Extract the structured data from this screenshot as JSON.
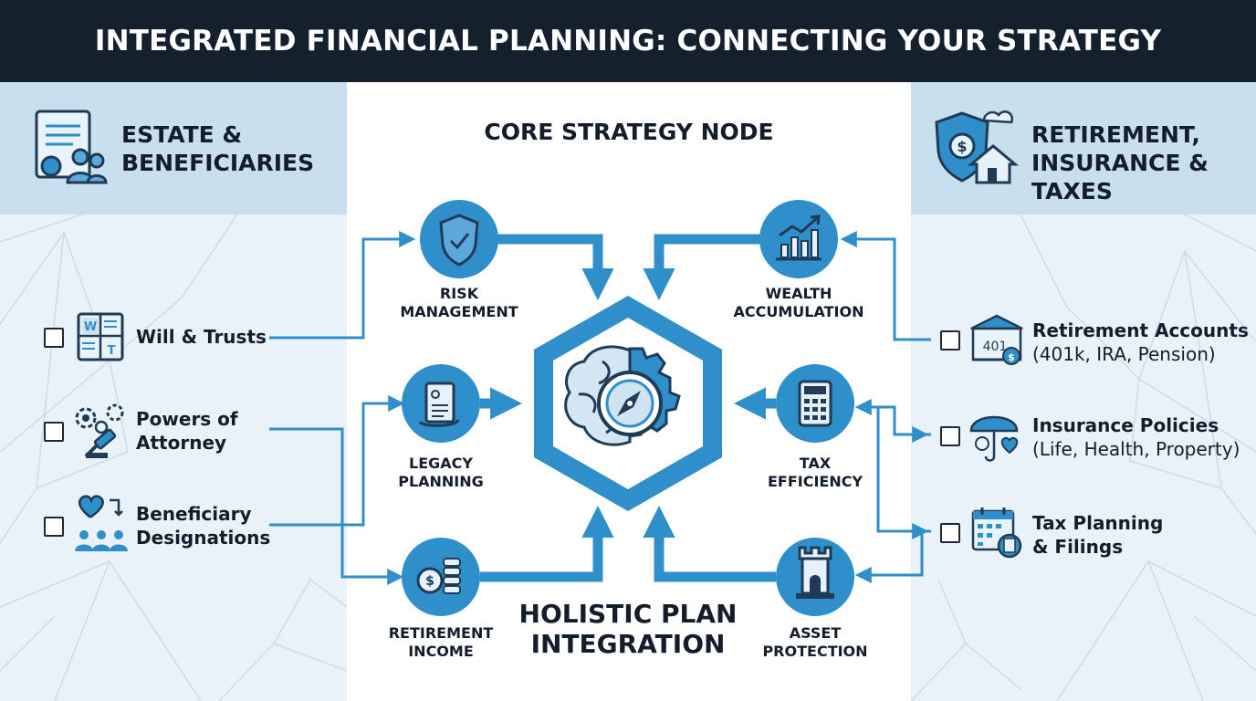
{
  "header": {
    "title": "INTEGRATED FINANCIAL PLANNING: CONNECTING YOUR STRATEGY"
  },
  "left_section": {
    "title_line1": "ESTATE &",
    "title_line2": "BENEFICIARIES",
    "items": [
      {
        "line1": "Will & Trusts",
        "line2": ""
      },
      {
        "line1": "Powers of",
        "line2": "Attorney"
      },
      {
        "line1": "Beneficiary",
        "line2": "Designations"
      }
    ]
  },
  "right_section": {
    "title_line1": "RETIREMENT,",
    "title_line2": "INSURANCE &",
    "title_line3": "TAXES",
    "items": [
      {
        "line1": "Retirement Accounts",
        "line2": "(401k, IRA, Pension)"
      },
      {
        "line1": "Insurance Policies",
        "line2": "(Life, Health, Property)"
      },
      {
        "line1": "Tax Planning",
        "line2": "& Filings"
      }
    ]
  },
  "center": {
    "title": "CORE STRATEGY NODE",
    "hub_line1": "HOLISTIC PLAN",
    "hub_line2": "INTEGRATION",
    "nodes": {
      "risk": {
        "line1": "RISK",
        "line2": "MANAGEMENT"
      },
      "legacy": {
        "line1": "LEGACY",
        "line2": "PLANNING"
      },
      "retirement_income": {
        "line1": "RETIREMENT",
        "line2": "INCOME"
      },
      "wealth": {
        "line1": "WEALTH",
        "line2": "ACCUMULATION"
      },
      "tax": {
        "line1": "TAX",
        "line2": "EFFICIENCY"
      },
      "asset": {
        "line1": "ASSET",
        "line2": "PROTECTION"
      }
    }
  },
  "icons": {
    "document_icon": "WT",
    "retirement_icon_text": "401"
  },
  "colors": {
    "header_bg": "#15202e",
    "accent_blue": "#2f8fca",
    "panel_band": "#c8e0ed",
    "panel_bg": "#e9f2f8"
  }
}
